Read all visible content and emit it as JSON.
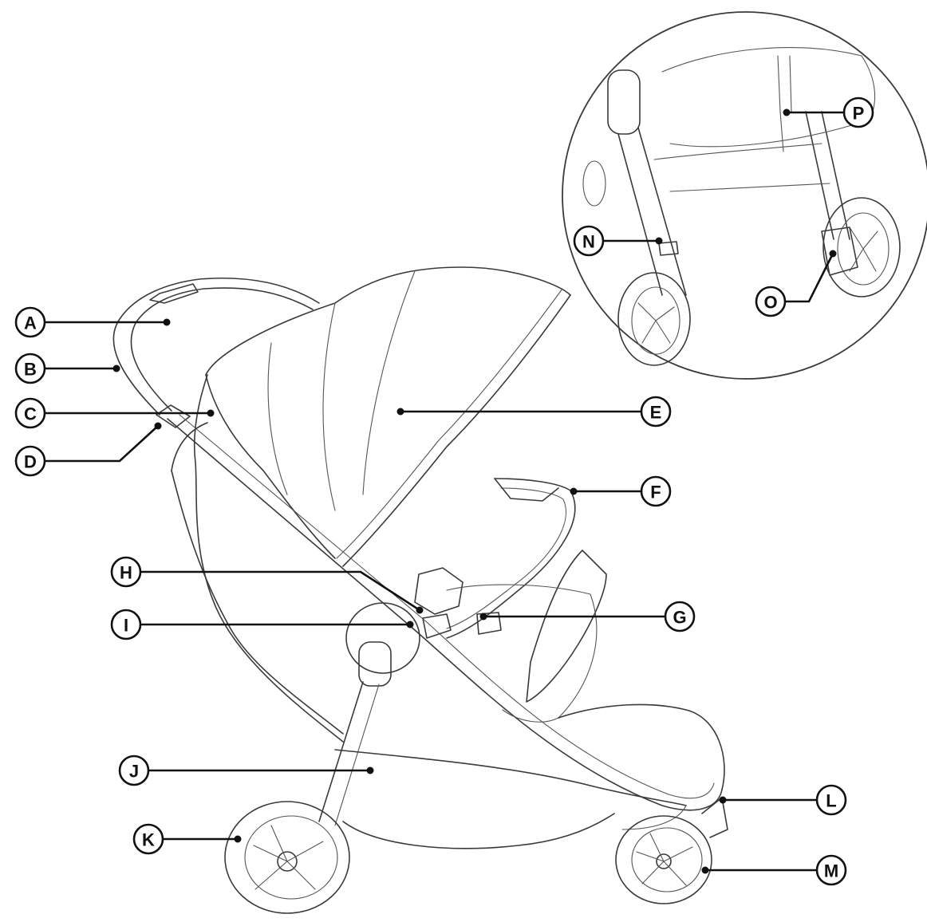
{
  "callouts": [
    {
      "id": "A",
      "label": "A"
    },
    {
      "id": "B",
      "label": "B"
    },
    {
      "id": "C",
      "label": "C"
    },
    {
      "id": "D",
      "label": "D"
    },
    {
      "id": "E",
      "label": "E"
    },
    {
      "id": "F",
      "label": "F"
    },
    {
      "id": "G",
      "label": "G"
    },
    {
      "id": "H",
      "label": "H"
    },
    {
      "id": "I",
      "label": "I"
    },
    {
      "id": "J",
      "label": "J"
    },
    {
      "id": "K",
      "label": "K"
    },
    {
      "id": "L",
      "label": "L"
    },
    {
      "id": "M",
      "label": "M"
    },
    {
      "id": "N",
      "label": "N"
    },
    {
      "id": "O",
      "label": "O"
    },
    {
      "id": "P",
      "label": "P"
    }
  ],
  "colors": {
    "line": "#3a3a3a",
    "callout": "#111111",
    "background": "#ffffff"
  }
}
